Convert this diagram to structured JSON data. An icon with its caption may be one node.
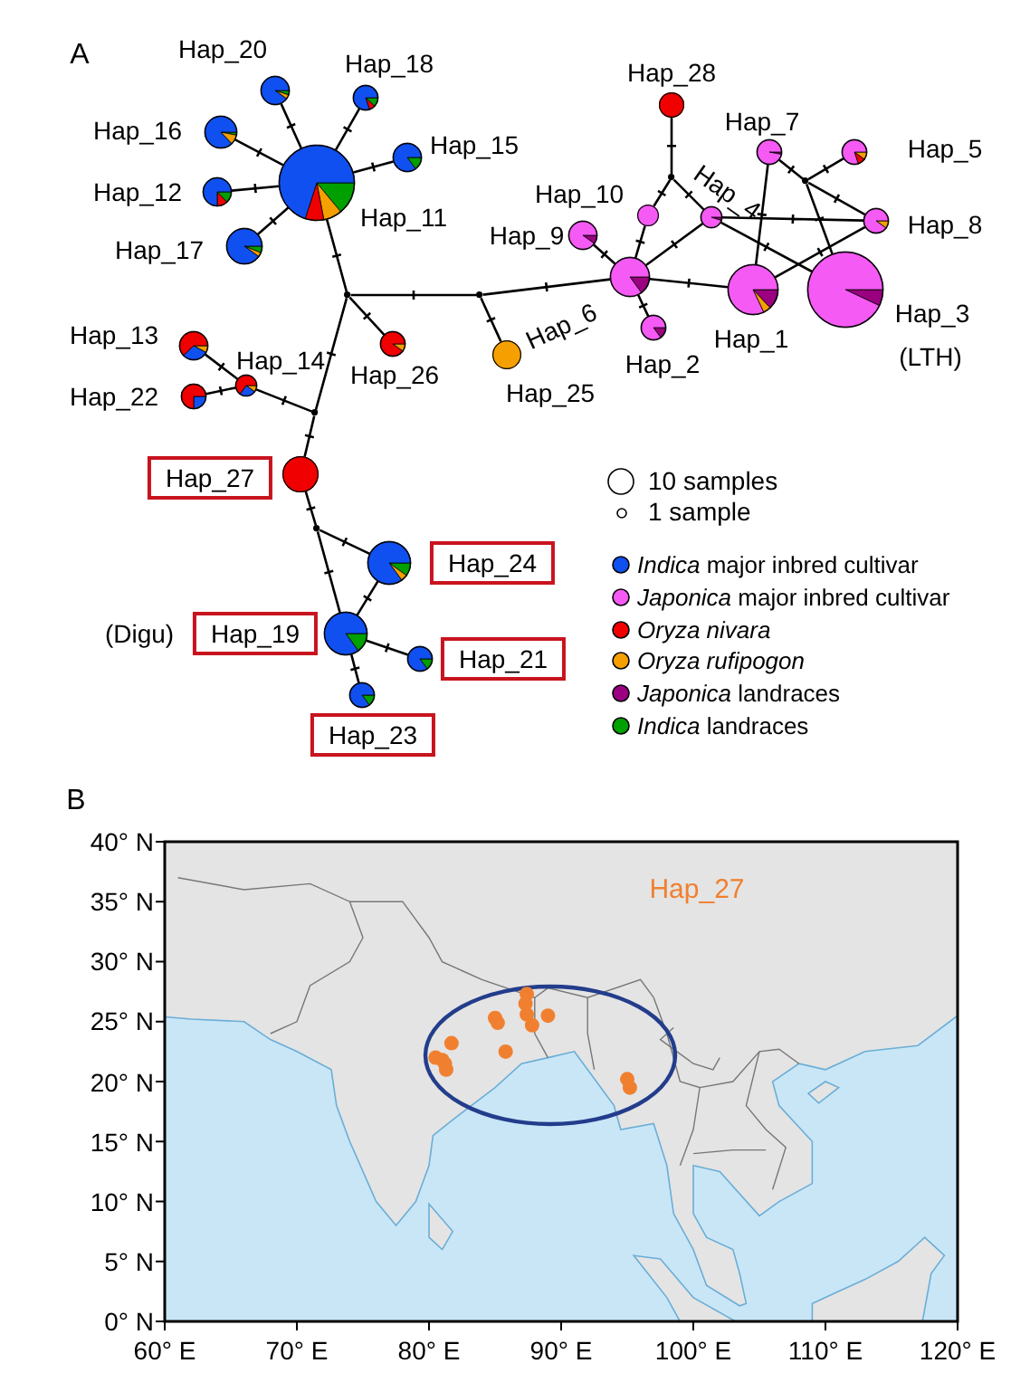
{
  "diagram": {
    "nodes": [
      {
        "text": [
          "Hap_20"
        ]
      },
      {
        "text": [
          "Hap_18"
        ]
      },
      {
        "text": [
          "Hap_16"
        ]
      },
      {
        "text": [
          "Hap_15"
        ]
      },
      {
        "text": [
          "Hap_12"
        ]
      },
      {
        "text": [
          "Hap_11"
        ]
      },
      {
        "text": [
          "Hap_17"
        ]
      },
      {
        "text": [
          "Hap_28"
        ]
      },
      {
        "text": [
          "Hap_7"
        ]
      },
      {
        "text": [
          "Hap_5"
        ]
      },
      {
        "text": [
          "Hap_10"
        ]
      },
      {
        "text": [
          "Hap_4"
        ]
      },
      {
        "text": [
          "Hap_8"
        ]
      },
      {
        "text": [
          "Hap_9"
        ]
      },
      {
        "text": [
          "Hap_6"
        ]
      },
      {
        "text": [
          "Hap_1"
        ]
      },
      {
        "text": [
          "Hap_3"
        ],
        "beside": [
          "(LTH)"
        ]
      },
      {
        "text": [
          "Hap_2"
        ]
      },
      {
        "text": [
          "Hap_13"
        ]
      },
      {
        "text": [
          "Hap_14"
        ]
      },
      {
        "text": [
          "Hap_26"
        ]
      },
      {
        "text": [
          "Hap_22"
        ]
      },
      {
        "text": [
          "Hap_25"
        ]
      },
      {
        "text": [
          "Hap_27"
        ]
      },
      {
        "text": [
          "Hap_24"
        ]
      },
      {
        "text": [
          "Hap_19"
        ],
        "beside": [
          "(Digu)"
        ]
      },
      {
        "text": [
          "Hap_21"
        ]
      },
      {
        "text": [
          "Hap_23"
        ]
      },
      {
        "text": [],
        "shape": "circle"
      },
      {
        "text": [],
        "shape": "circle"
      },
      {
        "text": [],
        "shape": "circle"
      },
      {
        "text": [],
        "shape": "circle"
      },
      {
        "text": [],
        "shape": "circle"
      },
      {
        "text": [],
        "shape": "circle"
      }
    ],
    "edges": [
      {
        "from": 0,
        "to": 5,
        "arrow": "none"
      },
      {
        "from": 1,
        "to": 5,
        "arrow": "none"
      },
      {
        "from": 2,
        "to": 5,
        "arrow": "none"
      },
      {
        "from": 3,
        "to": 5,
        "arrow": "none"
      },
      {
        "from": 4,
        "to": 5,
        "arrow": "none"
      },
      {
        "from": 6,
        "to": 5,
        "arrow": "none"
      },
      {
        "from": 5,
        "to": 28,
        "arrow": "none"
      },
      {
        "from": 28,
        "to": 20,
        "arrow": "none"
      },
      {
        "from": 28,
        "to": 29,
        "arrow": "none"
      },
      {
        "from": 29,
        "to": 22,
        "arrow": "none"
      },
      {
        "from": 29,
        "to": 14,
        "arrow": "none"
      },
      {
        "from": 28,
        "to": 32,
        "arrow": "none"
      },
      {
        "from": 32,
        "to": 19,
        "arrow": "none"
      },
      {
        "from": 19,
        "to": 18,
        "arrow": "none"
      },
      {
        "from": 19,
        "to": 21,
        "arrow": "none"
      },
      {
        "from": 32,
        "to": 23,
        "arrow": "none"
      },
      {
        "from": 13,
        "to": 14,
        "arrow": "none"
      },
      {
        "from": 14,
        "to": 17,
        "arrow": "none"
      },
      {
        "from": 14,
        "to": 10,
        "arrow": "none"
      },
      {
        "from": 14,
        "to": 11,
        "arrow": "none"
      },
      {
        "from": 14,
        "to": 15,
        "arrow": "none"
      },
      {
        "from": 10,
        "to": 30,
        "arrow": "none"
      },
      {
        "from": 30,
        "to": 7,
        "arrow": "none"
      },
      {
        "from": 30,
        "to": 11,
        "arrow": "none"
      },
      {
        "from": 11,
        "to": 12,
        "arrow": "none"
      },
      {
        "from": 11,
        "to": 16,
        "arrow": "none"
      },
      {
        "from": 8,
        "to": 31,
        "arrow": "none"
      },
      {
        "from": 9,
        "to": 31,
        "arrow": "none"
      },
      {
        "from": 31,
        "to": 12,
        "arrow": "none"
      },
      {
        "from": 31,
        "to": 16,
        "arrow": "none"
      },
      {
        "from": 8,
        "to": 15,
        "arrow": "none"
      },
      {
        "from": 15,
        "to": 12,
        "arrow": "none"
      },
      {
        "from": 23,
        "to": 33,
        "arrow": "none"
      },
      {
        "from": 33,
        "to": 24,
        "arrow": "none"
      },
      {
        "from": 33,
        "to": 25,
        "arrow": "none"
      },
      {
        "from": 24,
        "to": 25,
        "arrow": "none"
      },
      {
        "from": 25,
        "to": 26,
        "arrow": "none"
      },
      {
        "from": 25,
        "to": 27,
        "arrow": "none"
      }
    ],
    "labels": [
      "A",
      "B",
      "40° N",
      "35° N",
      "30° N",
      "25° N",
      "20° N",
      "15° N",
      "10° N",
      "5° N",
      "0° N",
      "60° E",
      "70° E",
      "80° E",
      "90° E",
      "100° E",
      "110° E",
      "120° E",
      "Hap_27"
    ],
    "legend": [
      {
        "text": "10 samples"
      },
      {
        "text": "1 sample"
      },
      {
        "text": "*Indica* major inbred cultivar",
        "color": "#1050f0"
      },
      {
        "text": "*Japonica* major inbred cultivar",
        "color": "#f55af5"
      },
      {
        "text": "*Oryza nivara*",
        "color": "#f00000"
      },
      {
        "text": "*Oryza rufipogon*",
        "color": "#f5a000"
      },
      {
        "text": "*Japonica* landraces",
        "color": "#9a0080"
      },
      {
        "text": "*Indica* landraces",
        "color": "#00a000"
      }
    ]
  }
}
